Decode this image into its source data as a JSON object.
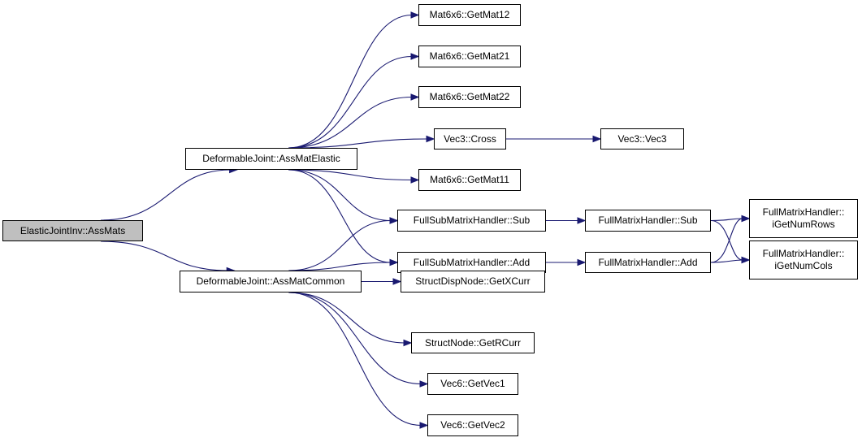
{
  "diagram": {
    "colors": {
      "edge": "#191970",
      "root_fill": "#bfbfbf",
      "node_fill": "#ffffff",
      "border": "#000000"
    },
    "nodes": [
      {
        "id": "root",
        "lines": [
          "ElasticJointInv::AssMats"
        ],
        "root": true
      },
      {
        "id": "asselastic",
        "lines": [
          "DeformableJoint::AssMatElastic"
        ]
      },
      {
        "id": "asscommon",
        "lines": [
          "DeformableJoint::AssMatCommon"
        ]
      },
      {
        "id": "getmat12",
        "lines": [
          "Mat6x6::GetMat12"
        ]
      },
      {
        "id": "getmat21",
        "lines": [
          "Mat6x6::GetMat21"
        ]
      },
      {
        "id": "getmat22",
        "lines": [
          "Mat6x6::GetMat22"
        ]
      },
      {
        "id": "cross",
        "lines": [
          "Vec3::Cross"
        ]
      },
      {
        "id": "vec3",
        "lines": [
          "Vec3::Vec3"
        ]
      },
      {
        "id": "getmat11",
        "lines": [
          "Mat6x6::GetMat11"
        ]
      },
      {
        "id": "subsub",
        "lines": [
          "FullSubMatrixHandler::Sub"
        ]
      },
      {
        "id": "subadd",
        "lines": [
          "FullSubMatrixHandler::Add"
        ]
      },
      {
        "id": "fullsub",
        "lines": [
          "FullMatrixHandler::Sub"
        ]
      },
      {
        "id": "fulladd",
        "lines": [
          "FullMatrixHandler::Add"
        ]
      },
      {
        "id": "rows",
        "lines": [
          "FullMatrixHandler::",
          "iGetNumRows"
        ]
      },
      {
        "id": "cols",
        "lines": [
          "FullMatrixHandler::",
          "iGetNumCols"
        ]
      },
      {
        "id": "getxcurr",
        "lines": [
          "StructDispNode::GetXCurr"
        ]
      },
      {
        "id": "getrcurr",
        "lines": [
          "StructNode::GetRCurr"
        ]
      },
      {
        "id": "getvec1",
        "lines": [
          "Vec6::GetVec1"
        ]
      },
      {
        "id": "getvec2",
        "lines": [
          "Vec6::GetVec2"
        ]
      }
    ],
    "edges": [
      [
        "root",
        "asselastic"
      ],
      [
        "root",
        "asscommon"
      ],
      [
        "asselastic",
        "getmat12"
      ],
      [
        "asselastic",
        "getmat21"
      ],
      [
        "asselastic",
        "getmat22"
      ],
      [
        "asselastic",
        "cross"
      ],
      [
        "asselastic",
        "getmat11"
      ],
      [
        "asselastic",
        "subsub"
      ],
      [
        "asselastic",
        "subadd"
      ],
      [
        "cross",
        "vec3"
      ],
      [
        "subsub",
        "fullsub"
      ],
      [
        "subadd",
        "fulladd"
      ],
      [
        "fullsub",
        "rows"
      ],
      [
        "fullsub",
        "cols"
      ],
      [
        "fulladd",
        "rows"
      ],
      [
        "fulladd",
        "cols"
      ],
      [
        "asscommon",
        "subsub"
      ],
      [
        "asscommon",
        "subadd"
      ],
      [
        "asscommon",
        "getxcurr"
      ],
      [
        "asscommon",
        "getrcurr"
      ],
      [
        "asscommon",
        "getvec1"
      ],
      [
        "asscommon",
        "getvec2"
      ]
    ]
  }
}
